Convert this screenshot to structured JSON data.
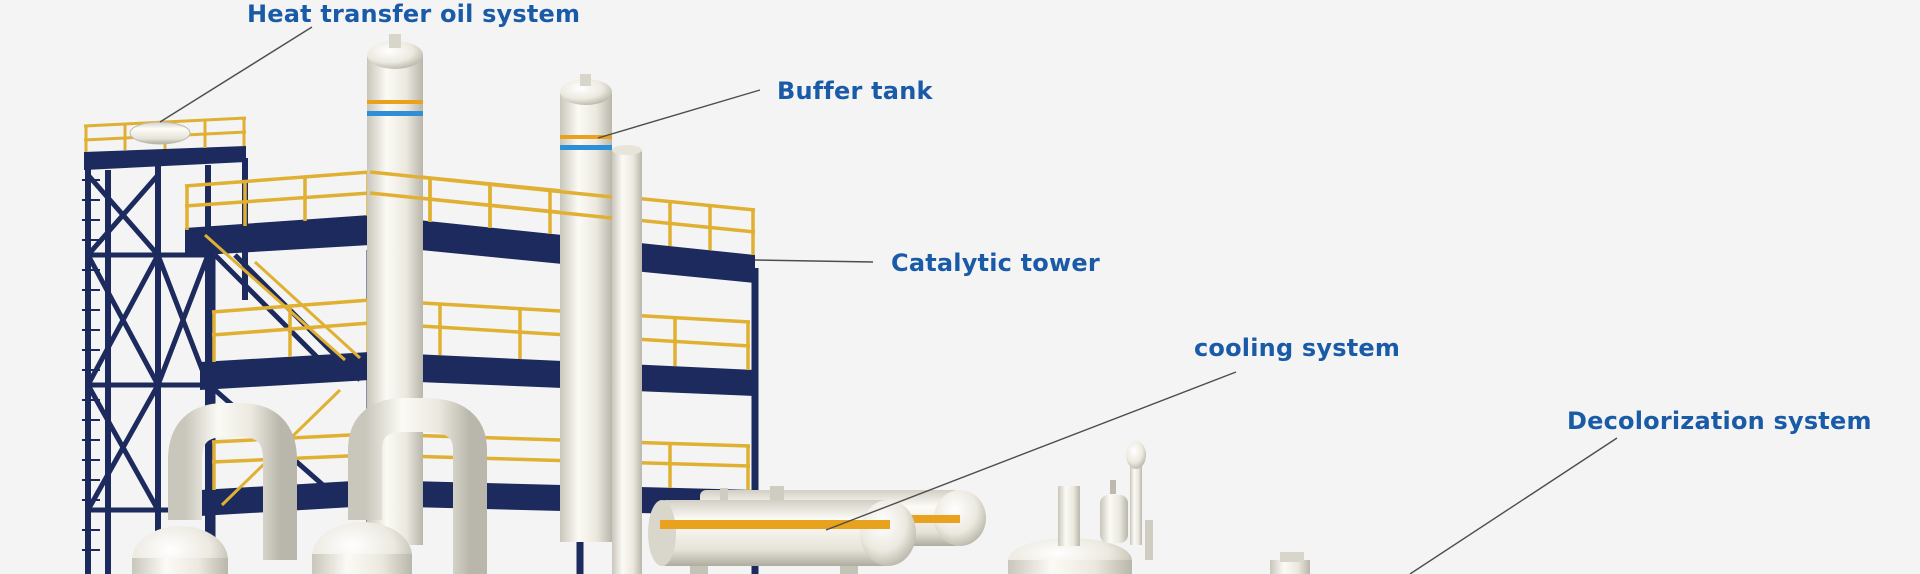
{
  "colors": {
    "background": "#f4f4f4",
    "label_text": "#1a5ba8",
    "leader_line": "#4d4d4d",
    "steel_frame": "#1c2a5e",
    "railing": "#e0b032",
    "equipment": "#f1efe7",
    "band_orange": "#e8a21d",
    "band_blue": "#2f8fd6"
  },
  "labels": {
    "heat_transfer_oil_system": "Heat transfer oil system",
    "buffer_tank": "Buffer tank",
    "catalytic_tower": "Catalytic tower",
    "cooling_system": "cooling system",
    "decolorization_system": "Decolorization system"
  }
}
